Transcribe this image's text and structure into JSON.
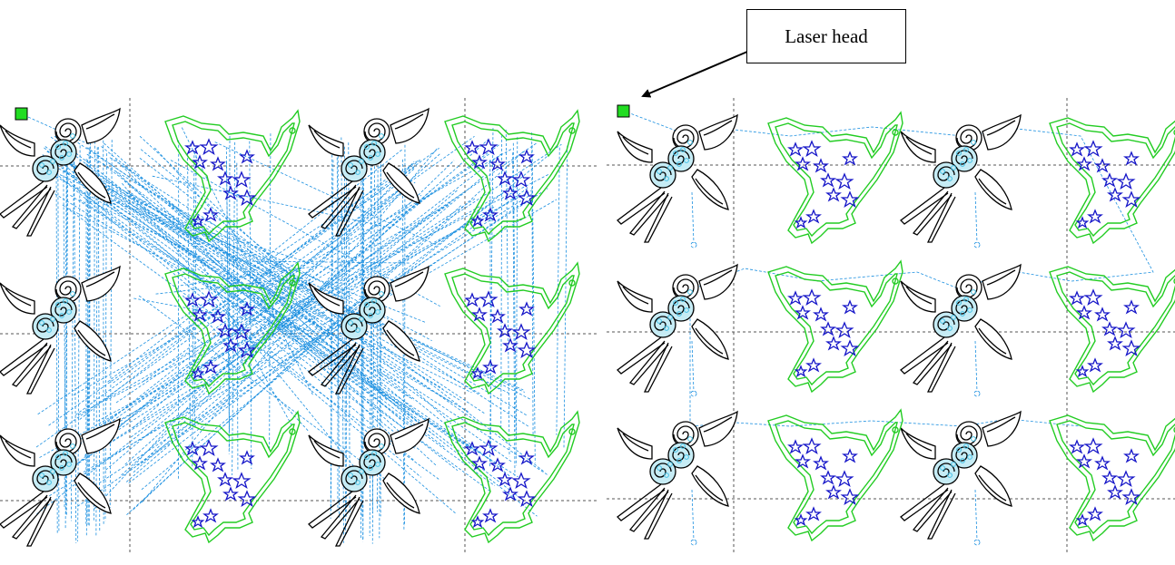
{
  "callout": {
    "label": "Laser head"
  },
  "colors": {
    "background": "#ffffff",
    "rose_outline": "#000000",
    "rose_fill": "#c6ecf5",
    "rose_dots": "#43c1e6",
    "dove_outline": "#22cc22",
    "dove_inner": "#22cc22",
    "stars": "#1515c8",
    "travel_path": "#1a8fe0",
    "grid": "#555555",
    "laser_head": "#22dd22"
  },
  "panels": [
    {
      "id": "unoptimized-path",
      "rows": 3,
      "cols": 4
    },
    {
      "id": "optimized-path",
      "rows": 3,
      "cols": 4
    }
  ],
  "icons": {
    "laser_head": "green-square-marker",
    "arrow": "arrow-icon"
  }
}
